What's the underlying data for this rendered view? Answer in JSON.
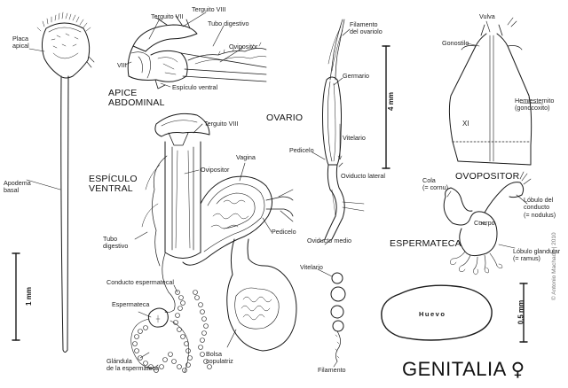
{
  "title": {
    "text": "GENITALIA",
    "symbol": "♀"
  },
  "copyright": "© Antonio Machado | 2010",
  "sections": {
    "apice": "APICE\nABDOMINAL",
    "espiculo": "ESPÍCULO\nVENTRAL",
    "ovario": "OVARIO",
    "ovopositor": "OVOPOSITOR",
    "espermateca": "ESPERMATECA"
  },
  "scales": {
    "left": "1 mm",
    "ovario": "4 mm",
    "egg": "0,5 mm"
  },
  "egg_label": "Huevo",
  "labels": {
    "placa_apical": "Placa\napical",
    "apodema_basal": "Apodema\nbasal",
    "terguito_vii": "Terguito VII",
    "terguito_viii_top": "Terguito VIII",
    "tubo_digestivo_top": "Tubo digestivo",
    "ovipositor_top": "Ovipositor",
    "viii": "VIII",
    "espiculo_ventral": "Espículo ventral",
    "terguito_viii_mid": "Terguito VIII",
    "ovipositor_mid": "Ovipositor",
    "vagina": "Vagina",
    "tubo_digestivo_mid": "Tubo\ndigestivo",
    "pedicelo_mid": "Pedicelo",
    "conducto_espermatecal": "Conducto espermatecal",
    "espermateca": "Espermateca",
    "glandula": "Glándula\nde la espermateca",
    "bolsa": "Bolsa\ncopulatriz",
    "filamento_ovariolo": "Filamento\ndel ovariolo",
    "germario": "Germario",
    "vitelario_ov": "Vitelario",
    "pedicelo_ov": "Pedicelo",
    "oviducto_lateral": "Oviducto lateral",
    "oviducto_medio": "Oviducto medio",
    "vitelario_low": "Vitelario",
    "filamento_low": "Filamento",
    "vulva": "Vulva",
    "gonostilo": "Gonostilo",
    "hemiesternito": "Hemiesternito\n(gonocoxito)",
    "xi": "XI",
    "cola": "Cola\n(= cornu)",
    "lobulo_conducto": "Lóbulo del\nconducto\n(= nodulus)",
    "cuerpo": "Cuerpo",
    "lobulo_glandular": "Lóbulo glandular\n(= ramus)"
  }
}
